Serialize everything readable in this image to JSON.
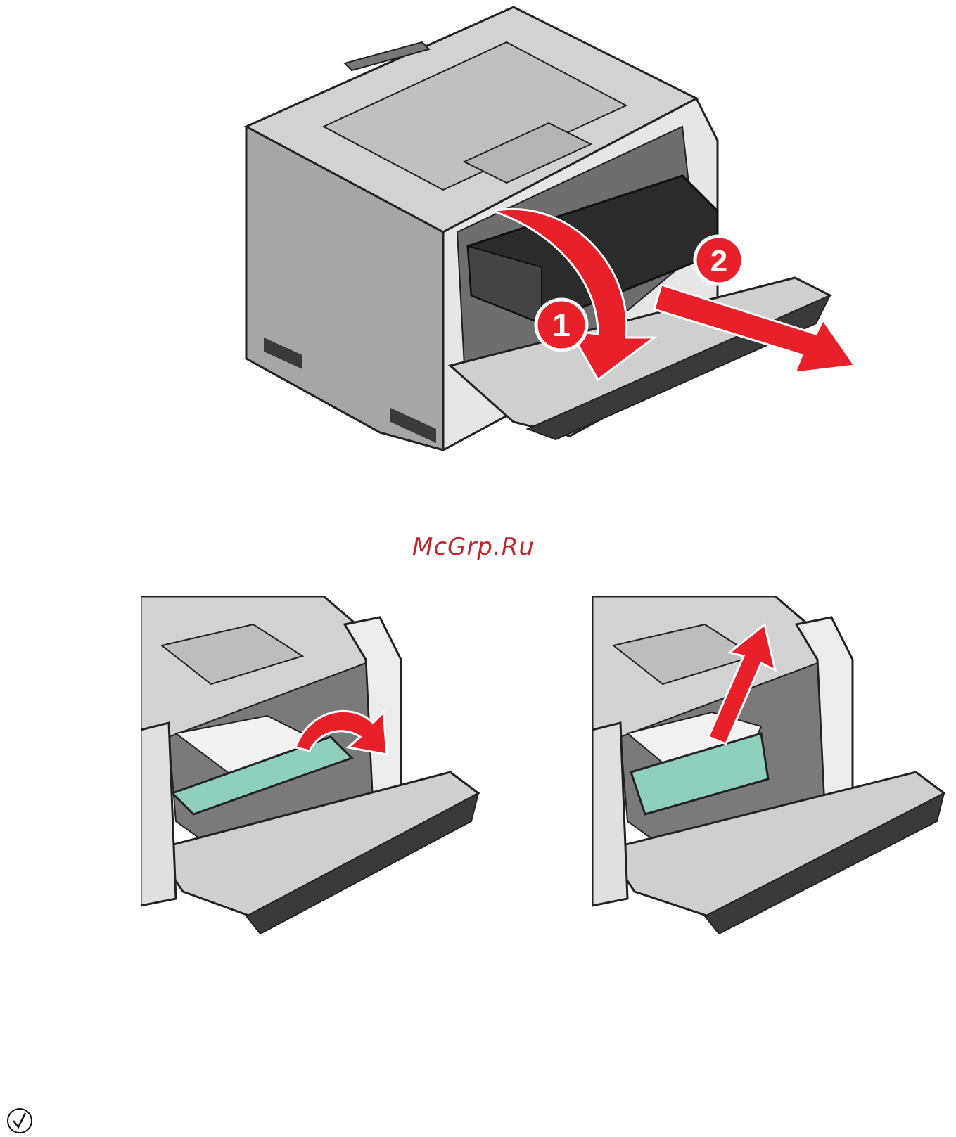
{
  "watermark": {
    "text": "McGrp.Ru"
  },
  "figures": {
    "top": {
      "step_labels": [
        "1",
        "2"
      ],
      "description_icon": "printer-remove-toner-cartridge-illustration"
    },
    "bottom_left": {
      "description_icon": "printer-open-jam-access-illustration"
    },
    "bottom_right": {
      "description_icon": "printer-remove-jammed-paper-illustration"
    }
  },
  "footer": {
    "icon": "check-icon"
  },
  "colors": {
    "arrow_red": "#e8202a",
    "flap_green": "#8fcfbd",
    "body_gray": "#9a9a9a",
    "dark_gray": "#555555"
  }
}
